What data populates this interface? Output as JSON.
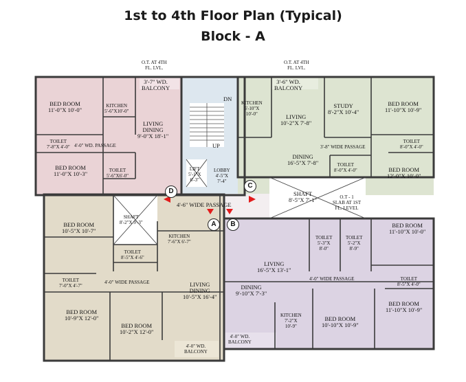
{
  "title_line1": "1st to 4th Floor Plan (Typical)",
  "title_line2": "Block - A",
  "colors": {
    "pink": "#ead3d6",
    "green": "#dde4d1",
    "blue": "#dde7ef",
    "tan": "#e2dbc9",
    "lavender": "#dcd3e3",
    "wall": "#3a3a3a"
  },
  "rooms": {
    "r1": {
      "name": "BED ROOM",
      "dim": "11'-0\"X 10'-0\""
    },
    "r2": {
      "name": "KITCHEN",
      "dim": "5'-6\"X10'-0\""
    },
    "r3": {
      "name": "3'-7\" WD.",
      "dim": "BALCONY"
    },
    "r4": {
      "name": "LIVING",
      "dim": "DINING",
      "dim2": "9'-0\"X 18'-1\""
    },
    "r5": {
      "name": "TOILET",
      "dim": "7'-8\"X 4'-0\""
    },
    "r6": {
      "name": "4'-0\" WD. PASSAGE"
    },
    "r7": {
      "name": "BED ROOM",
      "dim": "11'-0\"X 10'-3\""
    },
    "r8": {
      "name": "TOILET",
      "dim": "5'-6\"X6'-0\""
    },
    "r9": {
      "name": "KITCHEN",
      "dim": "5'-10\"X",
      "dim2": "10'-0\""
    },
    "r10": {
      "name": "3'-6\" WD.",
      "dim": "BALCONY"
    },
    "r11": {
      "name": "LIVING",
      "dim": "10'-2\"X 7'-8\""
    },
    "r12": {
      "name": "STUDY",
      "dim": "8'-2\"X 10'-4\""
    },
    "r13": {
      "name": "BED ROOM",
      "dim": "11'-10\"X 10'-9\""
    },
    "r14": {
      "name": "3'-8\" WIDE PASSAGE"
    },
    "r15": {
      "name": "TOILET",
      "dim": "8'-0\"X 4'-0\""
    },
    "r16": {
      "name": "DINING",
      "dim": "16'-5\"X 7'-8\""
    },
    "r17": {
      "name": "TOILET",
      "dim": "8'-0\"X 4'-0\""
    },
    "r18": {
      "name": "BED ROOM",
      "dim": "12'-0\"X 10'-0\""
    },
    "r19": {
      "name": "LIFT",
      "dim": "5'-1\"X",
      "dim2": "6'-3\""
    },
    "r20": {
      "name": "LOBBY",
      "dim": "4'-5\"X",
      "dim2": "7'-4\""
    },
    "r21": {
      "name": "SHAFT",
      "dim": "8'-5\"X 7'-1\""
    },
    "r22": {
      "name": "4'-6\" WIDE PASSAGE"
    },
    "r23": {
      "name": "SHAFT",
      "dim": "8'-2\"X 9'-3\""
    },
    "r24": {
      "name": "BED ROOM",
      "dim": "10'-5\"X 10'-7\""
    },
    "r25": {
      "name": "KITCHEN",
      "dim": "7'-6\"X 6'-7\""
    },
    "r26": {
      "name": "TOILET",
      "dim": "8'-5\"X 4'-6\""
    },
    "r27": {
      "name": "TOILET",
      "dim": "7'-0\"X 4'-7\""
    },
    "r28": {
      "name": "4'-0\" WIDE PASSAGE"
    },
    "r29": {
      "name": "LIVING",
      "dim": "DINING",
      "dim2": "10'-5\"X 16'-4\""
    },
    "r30": {
      "name": "BED ROOM",
      "dim": "10'-9\"X 12'-0\""
    },
    "r31": {
      "name": "BED ROOM",
      "dim": "10'-2\"X 12'-0\""
    },
    "r32": {
      "name": "4'-0\" WD.",
      "dim": "BALCONY"
    },
    "r33": {
      "name": "LIVING",
      "dim": "16'-5\"X 13'-1\""
    },
    "r34": {
      "name": "TOILET",
      "dim": "5'-3\"X",
      "dim2": "8'-0\""
    },
    "r35": {
      "name": "TOILET",
      "dim": "5'-2\"X",
      "dim2": "8'-9\""
    },
    "r36": {
      "name": "BED ROOM",
      "dim": "11'-10\"X 10'-0\""
    },
    "r37": {
      "name": "4'-0\" WIDE PASSAGE"
    },
    "r38": {
      "name": "DINING",
      "dim": "9'-10\"X 7'-3\""
    },
    "r39": {
      "name": "TOILET",
      "dim": "8'-5\"X 4'-0\""
    },
    "r40": {
      "name": "KITCHEN",
      "dim": "7'-2\"X",
      "dim2": "10'-9\""
    },
    "r41": {
      "name": "BED ROOM",
      "dim": "10'-10\"X 10'-9\""
    },
    "r42": {
      "name": "BED ROOM",
      "dim": "11'-10\"X 10'-9\""
    },
    "r43": {
      "name": "4'-0\" WD.",
      "dim": "BALCONY"
    },
    "stair": {
      "dn": "DN",
      "up": "UP"
    },
    "ot1": {
      "a": "O.T. AT 4TH",
      "b": "FL. LVL."
    },
    "ot2": {
      "a": "O.T. AT 4TH",
      "b": "FL. LVL."
    },
    "ot3": {
      "a": "O.T - 1",
      "b": "SLAB AT 1ST",
      "c": "FL. LEVEL"
    }
  },
  "markers": {
    "a": "A",
    "b": "B",
    "c": "C",
    "d": "D"
  }
}
